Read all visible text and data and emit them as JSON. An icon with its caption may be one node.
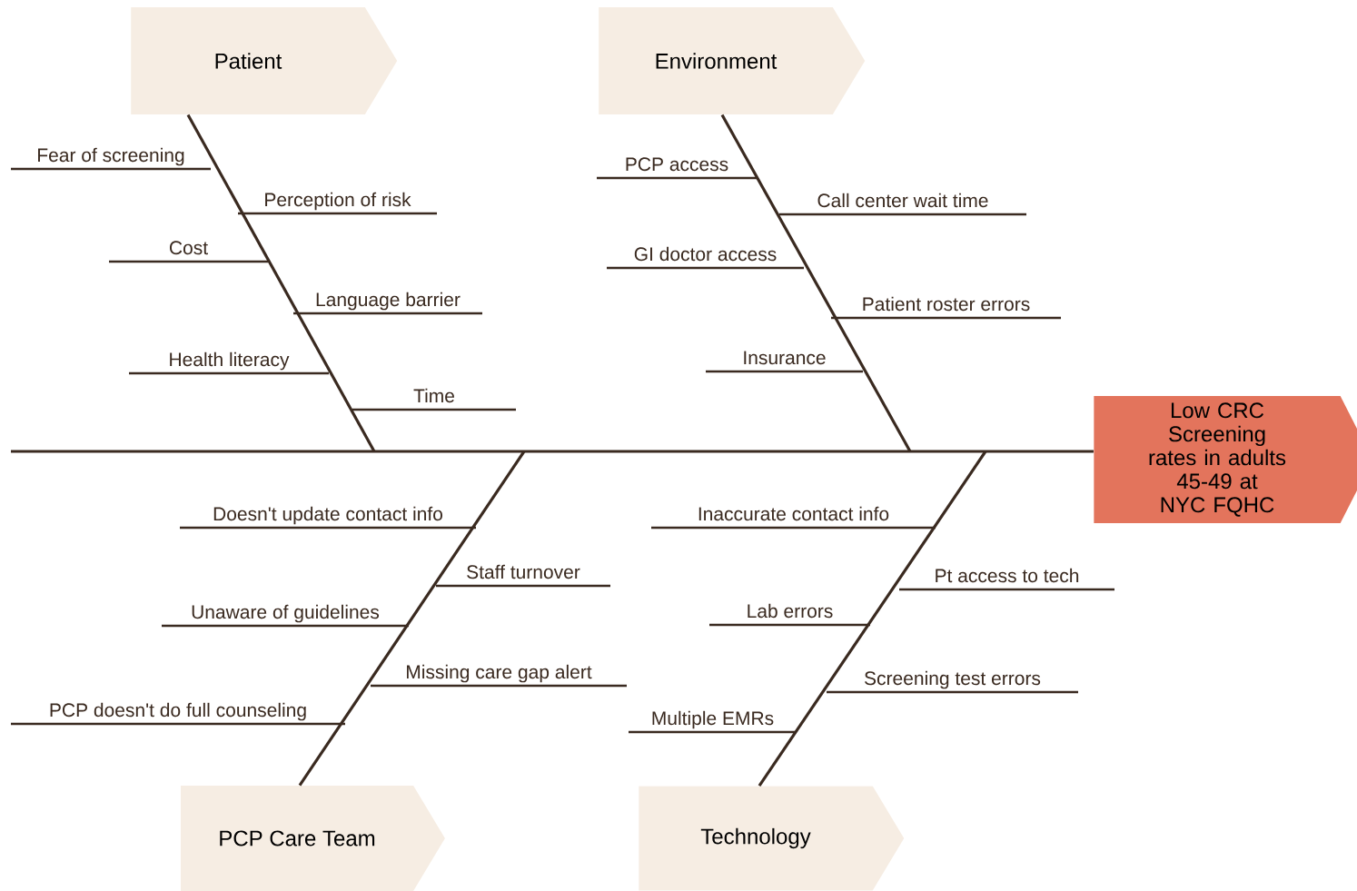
{
  "diagram": {
    "nodes": [
      {
        "text": [
          "Patient"
        ]
      },
      {
        "text": [
          "Environment"
        ]
      },
      {
        "text": [
          "PCP Care Team"
        ]
      },
      {
        "text": [
          "Technology"
        ]
      },
      {
        "text": [
          "Low CRC Screening rates in adults 45-49 at NYC FQHC"
        ]
      }
    ],
    "edges": [
      {
        "from": 0,
        "to": null,
        "arrow": "none"
      },
      {
        "from": 1,
        "to": null,
        "arrow": "none"
      },
      {
        "from": 2,
        "to": null,
        "arrow": "none"
      },
      {
        "from": 3,
        "to": null,
        "arrow": "none"
      },
      {
        "from": null,
        "to": 4,
        "arrow": "none"
      }
    ],
    "labels": [
      "Fear of screening",
      "Perception of risk",
      "Cost",
      "Language barrier",
      "Health literacy",
      "Time",
      "PCP access",
      "Call center wait time",
      "GI doctor access",
      "Patient roster errors",
      "Insurance",
      "Doesn't update contact info",
      "Staff turnover",
      "Unaware of guidelines",
      "Missing care gap alert",
      "PCP doesn't do full counseling",
      "Inaccurate contact info",
      "Pt access to tech",
      "Lab errors",
      "Screening test errors",
      "Multiple EMRs"
    ]
  }
}
